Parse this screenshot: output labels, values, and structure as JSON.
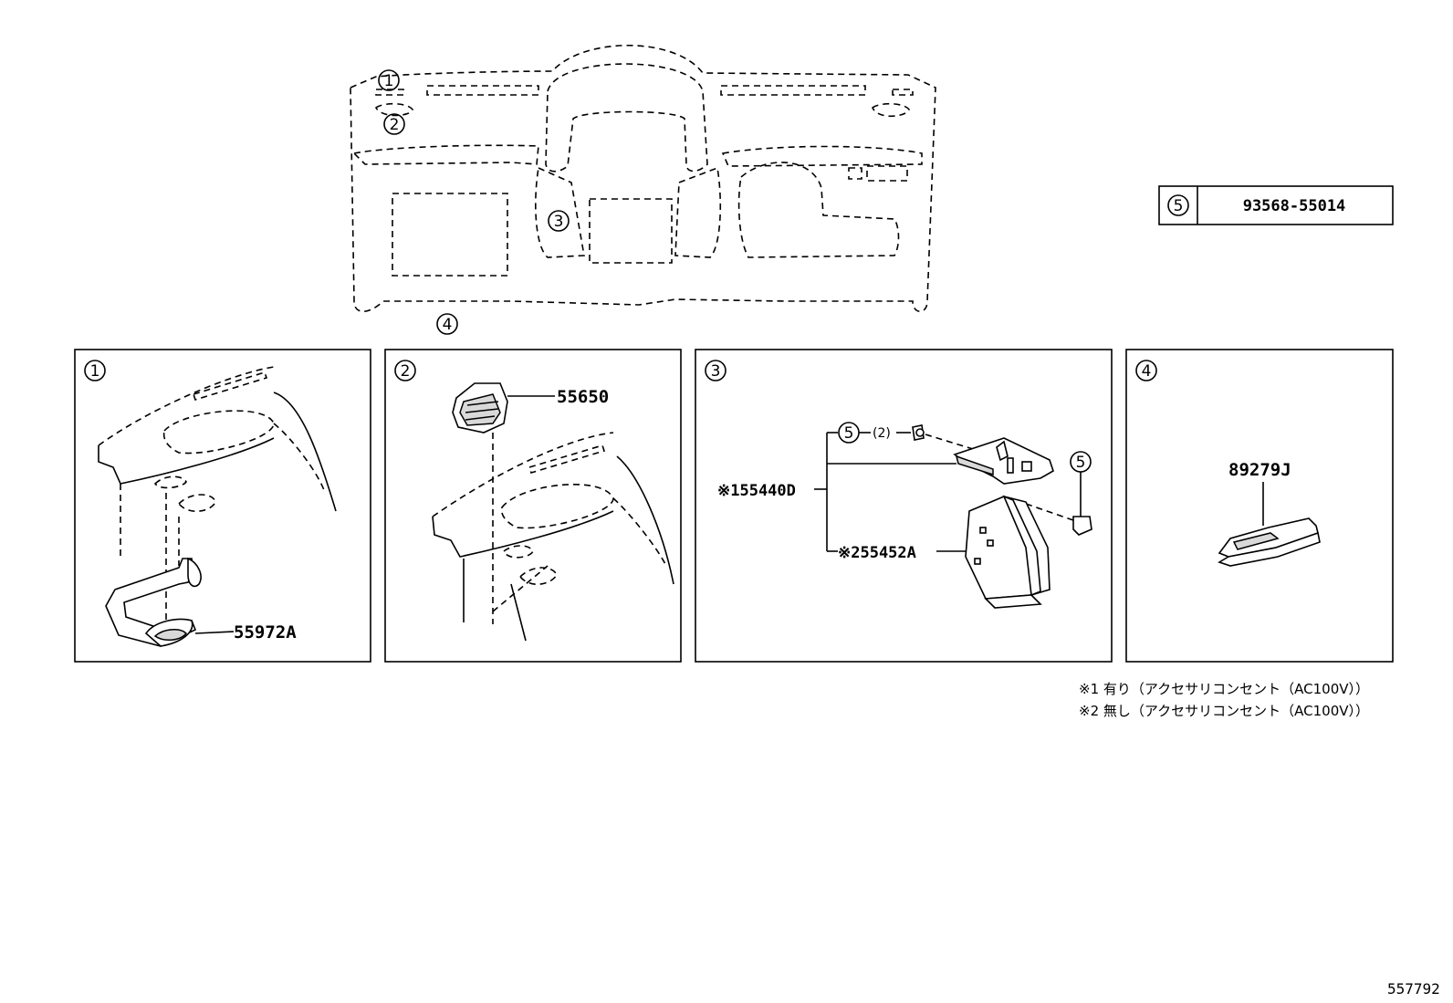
{
  "overview": {
    "callouts": [
      "1",
      "2",
      "3",
      "4"
    ]
  },
  "parts_table": {
    "ref": "5",
    "part_number": "93568-55014"
  },
  "panels": [
    {
      "ref": "1",
      "parts": [
        "55972A"
      ]
    },
    {
      "ref": "2",
      "parts": [
        "55650"
      ]
    },
    {
      "ref": "3",
      "parts": [
        "※155440D",
        "※255452A"
      ],
      "screw_ref": "5",
      "screw_qty": "(2)",
      "screw_ref2": "5"
    },
    {
      "ref": "4",
      "parts": [
        "89279J"
      ]
    }
  ],
  "notes": [
    "※1  有り（アクセサリコンセント（AC100V））",
    "※2  無し（アクセサリコンセント（AC100V））"
  ],
  "doc_number": "557792"
}
